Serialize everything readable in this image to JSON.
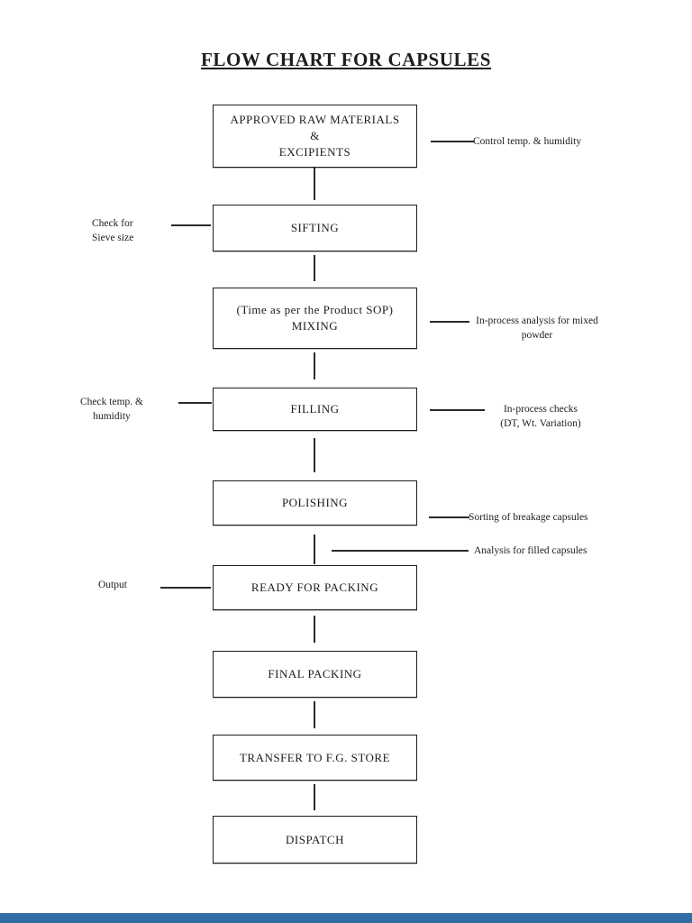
{
  "title": "FLOW CHART FOR CAPSULES",
  "boxes": [
    {
      "id": "raw-materials",
      "label": "APPROVED RAW MATERIALS\n&\nEXCIPIENTS"
    },
    {
      "id": "sifting",
      "label": "SIFTING"
    },
    {
      "id": "mixing",
      "label": "(Time as per the Product SOP)\nMIXING"
    },
    {
      "id": "filling",
      "label": "FILLING"
    },
    {
      "id": "polishing",
      "label": "POLISHING"
    },
    {
      "id": "ready-for-packing",
      "label": "READY FOR PACKING"
    },
    {
      "id": "final-packing",
      "label": "FINAL PACKING"
    },
    {
      "id": "transfer-fg-store",
      "label": "TRANSFER TO  F.G. STORE"
    },
    {
      "id": "dispatch",
      "label": "DISPATCH"
    }
  ],
  "annotations": [
    {
      "id": "control-temp-humidity",
      "side": "right",
      "text": "Control temp. & humidity"
    },
    {
      "id": "check-for-sieve-size",
      "side": "left",
      "text": "Check for\nSieve size"
    },
    {
      "id": "in-process-analysis",
      "side": "right",
      "text": "In-process analysis for mixed\npowder"
    },
    {
      "id": "check-temp-humidity",
      "side": "left",
      "text": "Check temp. &\nhumidity"
    },
    {
      "id": "in-process-checks",
      "side": "right",
      "text": "In-process checks\n(DT, Wt. Variation)"
    },
    {
      "id": "sorting-breakage",
      "side": "right",
      "text": "Sorting of breakage capsules"
    },
    {
      "id": "analysis-filled-capsules",
      "side": "right",
      "text": "Analysis for filled capsules"
    },
    {
      "id": "output",
      "side": "left",
      "text": "Output"
    }
  ],
  "colors": {
    "ink": "#1d1d1d",
    "page_background": "#ffffff",
    "bottom_bar": "#2f6da4"
  }
}
